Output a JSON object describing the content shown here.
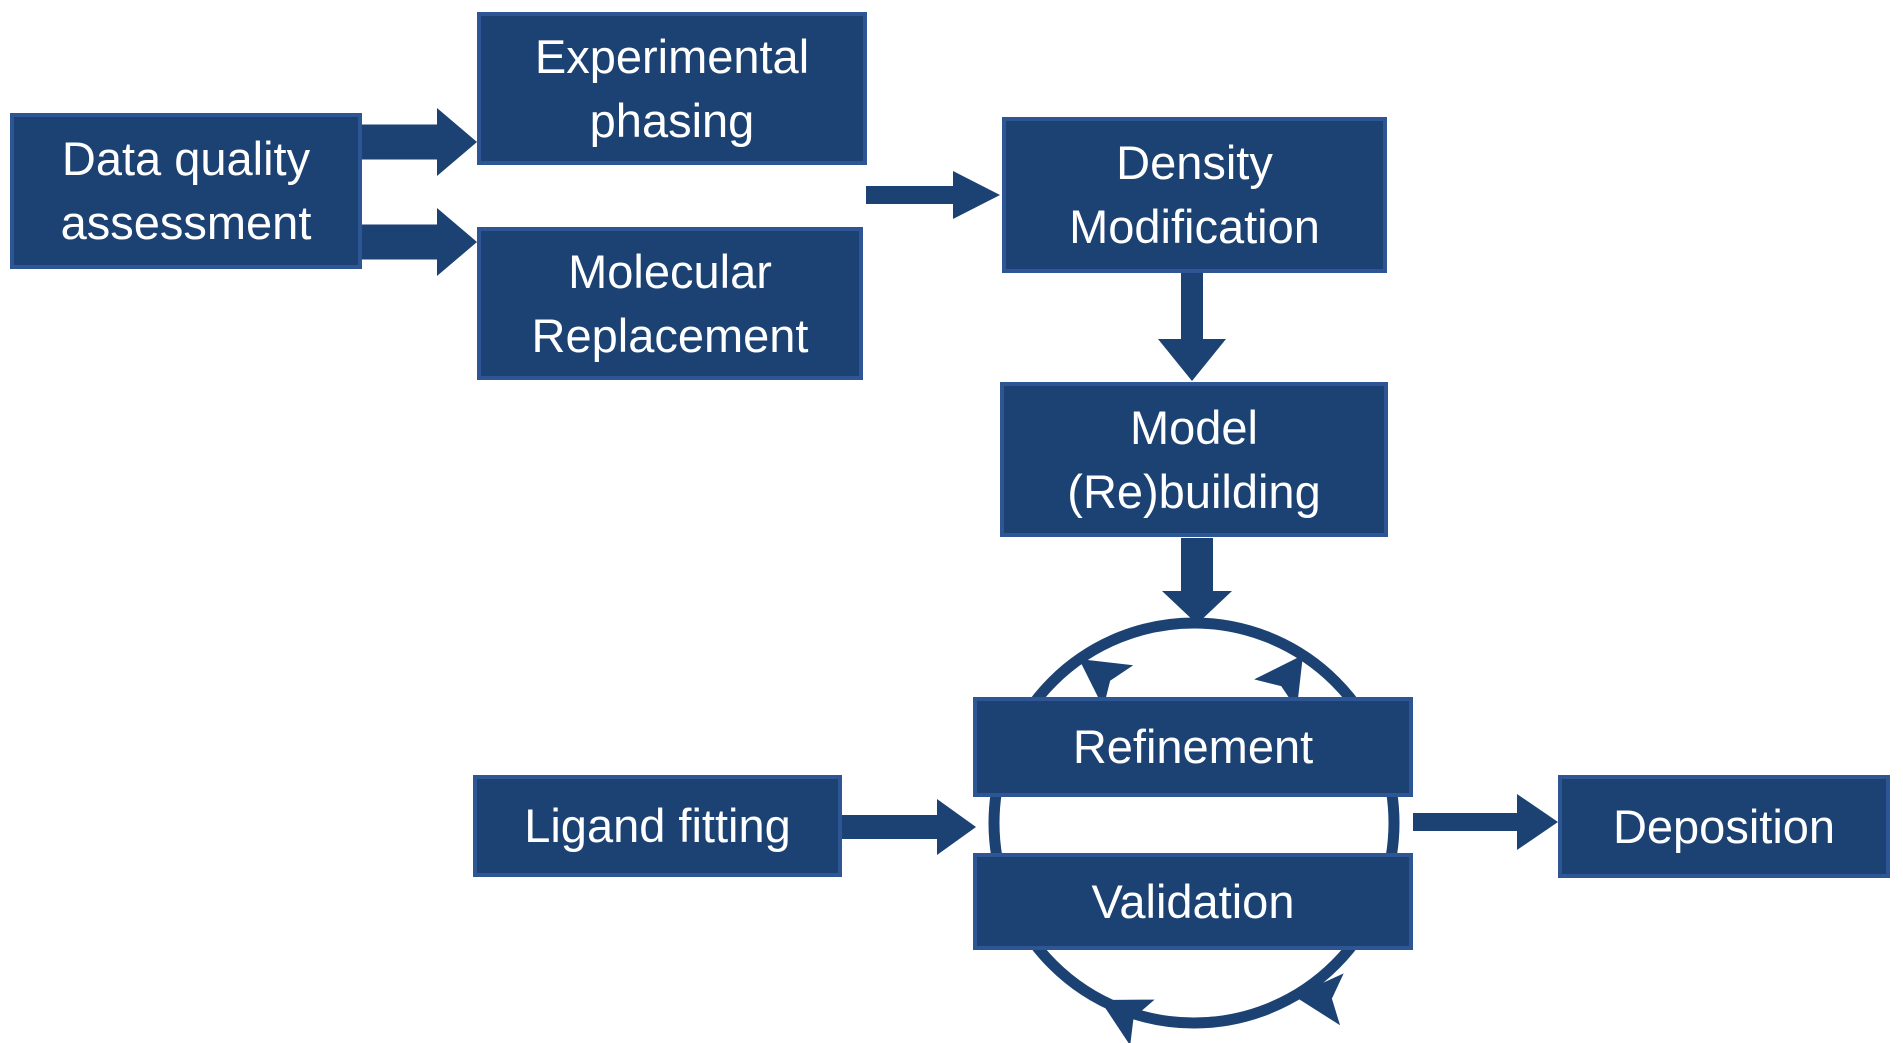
{
  "diagram": {
    "description": "Crystallographic structure solution workflow flowchart",
    "palette": {
      "background": "#ffffff",
      "node_fill": "#1c4273",
      "node_border": "#2e5694",
      "arrow": "#1c4273",
      "label_text": "#ffffff"
    },
    "nodes": {
      "data_quality": {
        "line1": "Data quality",
        "line2": "assessment"
      },
      "experimental_phasing": {
        "line1": "Experimental",
        "line2": "phasing"
      },
      "molecular_replacement": {
        "line1": "Molecular",
        "line2": "Replacement"
      },
      "density_modification": {
        "line1": "Density",
        "line2": "Modification"
      },
      "model_rebuilding": {
        "line1": "Model",
        "line2": "(Re)building"
      },
      "refinement": {
        "line1": "Refinement"
      },
      "validation": {
        "line1": "Validation"
      },
      "ligand_fitting": {
        "line1": "Ligand fitting"
      },
      "deposition": {
        "line1": "Deposition"
      }
    },
    "edges": [
      {
        "from": "data_quality",
        "to": "experimental_phasing"
      },
      {
        "from": "data_quality",
        "to": "molecular_replacement"
      },
      {
        "from": "experimental_phasing__or__molecular_replacement",
        "to": "density_modification"
      },
      {
        "from": "density_modification",
        "to": "model_rebuilding"
      },
      {
        "from": "model_rebuilding",
        "to": "refinement_validation_cycle"
      },
      {
        "from": "ligand_fitting",
        "to": "refinement_validation_cycle"
      },
      {
        "from": "refinement_validation_cycle",
        "to": "deposition"
      }
    ],
    "cycle": {
      "members": [
        "Refinement",
        "Validation"
      ],
      "direction": "clockwise",
      "arrowhead_count": 4
    }
  }
}
